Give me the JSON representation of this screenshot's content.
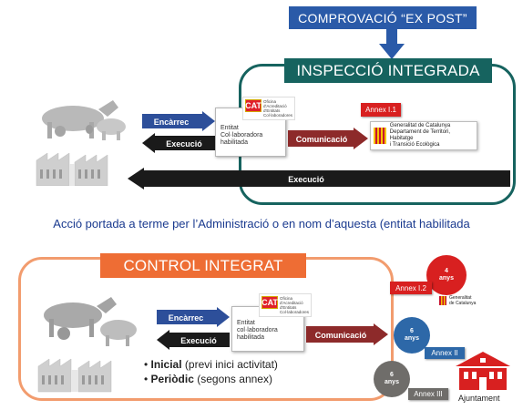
{
  "top": {
    "header": "COMPROVACIÓ “EX POST”",
    "section_title": "INSPECCIÓ INTEGRADA",
    "encarrec": "Encàrrec",
    "execucio_left": "Execució",
    "comunicacio": "Comunicació",
    "execucio_long": "Execució",
    "entity_text": "Entitat\nCol·laboradora\nhabilitada",
    "cat_logo": "CAT",
    "cat_caption": "Oficina\nd'Acreditació\nd'Entitats\nCol·laboradores",
    "annex": "Annex I.1",
    "gencat_text": "Generalitat de Catalunya\nDepartament de Territori, Habitatge\ni Transició Ecològica"
  },
  "caption": "Acció portada a terme per l’Administració o en nom d’aquesta (entitat habilitada",
  "bottom": {
    "section_title": "CONTROL INTEGRAT",
    "encarrec": "Encàrrec",
    "execucio": "Execució",
    "comunicacio": "Comunicació",
    "entity_text": "Entitat\ncol·laboradora\nhabilitada",
    "cat_logo": "CAT",
    "cat_caption": "Oficina\nd'Acreditació\nd'Entitats\nCol·laboradores",
    "bullets": [
      {
        "bold": "Inicial",
        "rest": " (previ inici activitat)"
      },
      {
        "bold": "Periòdic",
        "rest": " (segons annex)"
      }
    ],
    "circle_red": {
      "value": "4",
      "unit": "anys"
    },
    "circle_blue": {
      "value": "6",
      "unit": "anys"
    },
    "circle_grey": {
      "value": "6",
      "unit": "anys"
    },
    "annex_red": "Annex I.2",
    "annex_blue": "Annex II",
    "annex_grey": "Annex III",
    "gencat_text": "Generalitat\nde Catalunya",
    "ajuntament": "Ajuntament"
  },
  "colors": {
    "header_blue": "#2a5aa8",
    "teal": "#16635f",
    "orange": "#ee6d34",
    "arrow_blue": "#2d4f9a",
    "arrow_dark": "#1a1a1a",
    "arrow_red": "#8d2a2a",
    "annex_red": "#d82020"
  }
}
